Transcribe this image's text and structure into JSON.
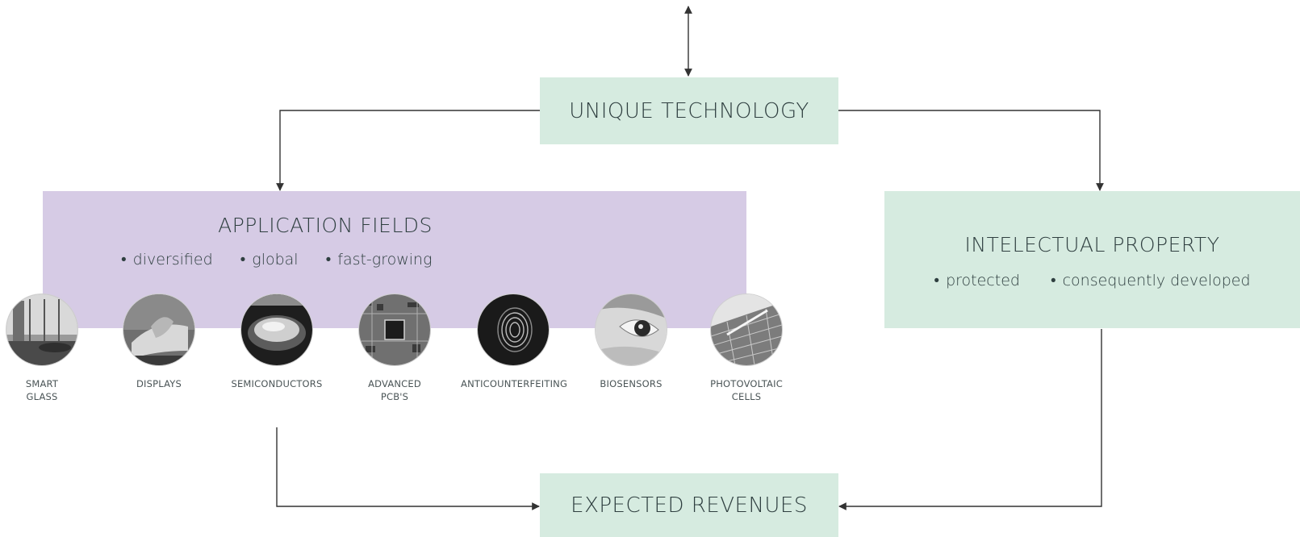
{
  "unique_technology": {
    "title": "UNIQUE TECHNOLOGY"
  },
  "application_fields": {
    "title": "APPLICATION FIELDS",
    "bullets": [
      "diversified",
      "global",
      "fast-growing"
    ],
    "fields": [
      {
        "line1": "SMART",
        "line2": "GLASS",
        "icon": "smart-glass-photo"
      },
      {
        "line1": "DISPLAYS",
        "line2": "",
        "icon": "displays-photo"
      },
      {
        "line1": "SEMICONDUCTORS",
        "line2": "",
        "icon": "semiconductors-photo"
      },
      {
        "line1": "ADVANCED",
        "line2": "PCB'S",
        "icon": "pcb-photo"
      },
      {
        "line1": "ANTICOUNTERFEITING",
        "line2": "",
        "icon": "fingerprint-photo"
      },
      {
        "line1": "BIOSENSORS",
        "line2": "",
        "icon": "eye-photo"
      },
      {
        "line1": "PHOTOVOLTAIC",
        "line2": "CELLS",
        "icon": "solar-panel-photo"
      }
    ]
  },
  "intellectual_property": {
    "title": "INTELECTUAL PROPERTY",
    "bullets": [
      "protected",
      "consequently developed"
    ]
  },
  "expected_revenues": {
    "title": "EXPECTED REVENUES"
  },
  "colors": {
    "green_box": "#d6ebe0",
    "purple_box": "#d6cbe5",
    "text": "#2f3f40",
    "connector": "#333333"
  }
}
